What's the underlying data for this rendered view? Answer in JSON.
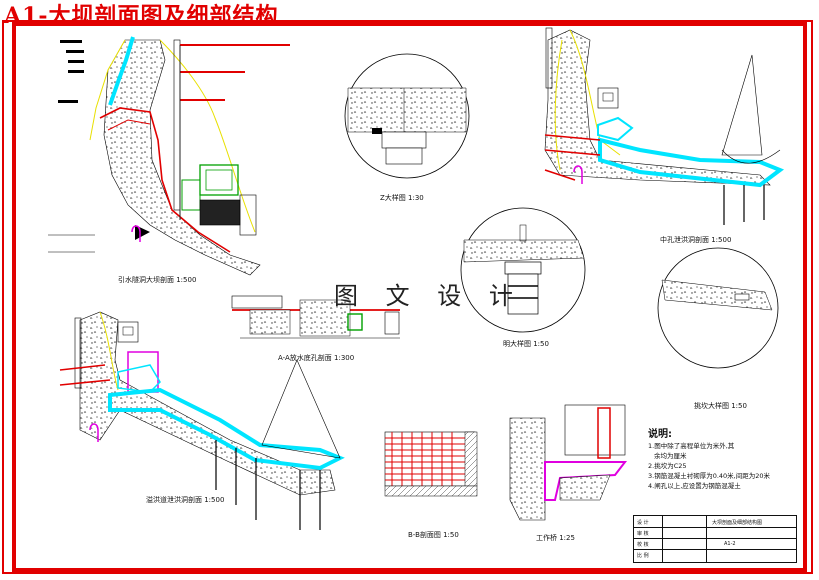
{
  "sheet": {
    "title": "A1-大坝剖面图及细部结构",
    "watermark": "图 文 设 计"
  },
  "views": {
    "main_section": "引水隧洞大坝剖面 1:500",
    "detail_2": "Z大样图 1:30",
    "mid_section": "中孔泄洪洞剖面 1:500",
    "detail_3": "明大样图 1:50",
    "aa_section": "A-A放水底孔剖面 1:300",
    "spillway_section": "溢洪道泄洪洞剖面 1:500",
    "bb_section": "B-B剖面图 1:50",
    "gate_pier": "工作桥 1:25",
    "detail_4": "挑坎大样图 1:50"
  },
  "notes": {
    "title": "说明:",
    "items": [
      "1.图中除了高程单位为米外,其",
      "余均为厘米",
      "2.挑坎为C25",
      "3.钢筋混凝土衬砌厚为0.40米,间距为20米",
      "4.闸孔以上,应设置为钢筋混凝土"
    ]
  },
  "title_block": {
    "row1_label": "设 计",
    "row2_label": "审 核",
    "row3_label": "校 核",
    "row4_label": "比 例",
    "drawing_name": "大坝剖面及细部结构图",
    "drawing_no": "A1-2"
  },
  "colors": {
    "frame": "#e10000",
    "water": "#00e5ff",
    "concrete_outline": "#e8e000",
    "steel": "#e10000",
    "gate": "#e000e0",
    "equipment": "#00a000"
  }
}
